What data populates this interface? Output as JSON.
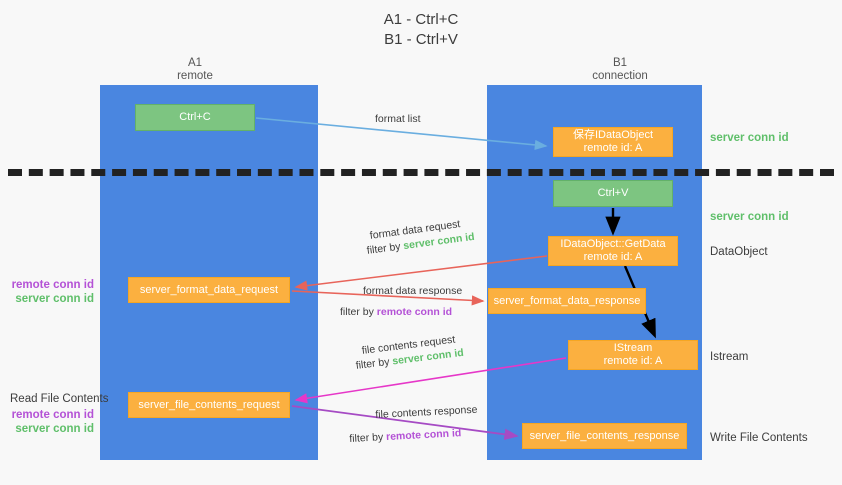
{
  "title": {
    "line1": "A1 - Ctrl+C",
    "line2": "B1 - Ctrl+V"
  },
  "columns": {
    "a": {
      "name": "A1",
      "role": "remote"
    },
    "b": {
      "name": "B1",
      "role": "connection"
    }
  },
  "boxes": {
    "ctrl_c": {
      "line1": "Ctrl+C",
      "color": "#7dc581"
    },
    "idataobject": {
      "line1": "保存IDataObject",
      "line2": "remote id: A",
      "color": "#fbb040"
    },
    "ctrl_v": {
      "line1": "Ctrl+V",
      "color": "#7dc581"
    },
    "getdata": {
      "line1": "IDataObject::GetData",
      "line2": "remote id: A",
      "color": "#fbb040"
    },
    "format_data_request": {
      "line1": "server_format_data_request",
      "color": "#fbb040"
    },
    "format_data_response": {
      "line1": "server_format_data_response",
      "color": "#fbb040"
    },
    "istream": {
      "line1": "IStream",
      "line2": "remote id: A",
      "color": "#fbb040"
    },
    "file_contents_request": {
      "line1": "server_file_contents_request",
      "color": "#fbb040"
    },
    "file_contents_response": {
      "line1": "server_file_contents_response",
      "color": "#fbb040"
    }
  },
  "arrow_labels": {
    "format_list": "format list",
    "format_data_request": "format data request",
    "format_data_request_filter_prefix": "filter by ",
    "format_data_request_filter_key": "server conn id",
    "format_data_response": "format data response",
    "format_data_response_filter_prefix": "filter by ",
    "format_data_response_filter_key": "remote conn id",
    "file_contents_request": "file contents request",
    "file_contents_request_filter_prefix": "filter by ",
    "file_contents_request_filter_key": "server conn id",
    "file_contents_response": "file contents response",
    "file_contents_response_filter_prefix": "filter by ",
    "file_contents_response_filter_key": "remote conn id"
  },
  "annotations": {
    "server_conn_id_top": "server conn id",
    "server_conn_id_mid": "server conn id",
    "dataobject": "DataObject",
    "istream": "Istream",
    "write_file_contents": "Write File Contents",
    "read_file_contents": "Read File Contents",
    "remote_conn_id_left_a": "remote conn id",
    "server_conn_id_left_a": "server conn id",
    "remote_conn_id_left_b": "remote conn id",
    "server_conn_id_left_b": "server conn id"
  },
  "colors": {
    "lane": "#4a86e0",
    "box_orange": "#fbb040",
    "box_green": "#7dc581",
    "key_green": "#5fbf6a",
    "key_purple": "#b452d6",
    "arrow_blue": "#6aaee0",
    "arrow_red": "#e8645a",
    "arrow_magenta": "#e637c8",
    "arrow_purple": "#a64bc4",
    "arrow_black": "#000000",
    "background": "#f8f8f8",
    "divider": "#222222"
  }
}
